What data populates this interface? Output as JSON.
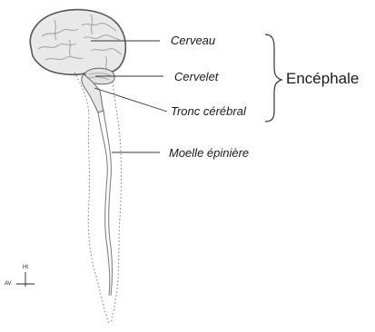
{
  "labels": {
    "cerveau": "Cerveau",
    "cervelet": "Cervelet",
    "tronc": "Tronc cérébral",
    "moelle": "Moelle épinière",
    "encephale": "Encéphale"
  },
  "orientation": {
    "up": "Ht",
    "left": "AV"
  }
}
